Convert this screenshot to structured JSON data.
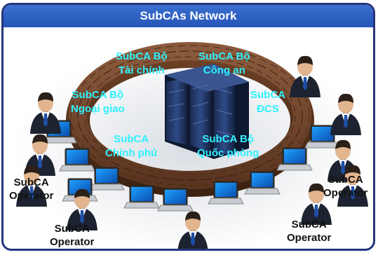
{
  "title": "SubCAs Network",
  "subcas": {
    "tai_chinh": [
      "SubCA Bộ",
      "Tài chính"
    ],
    "cong_an": [
      "SubCA Bộ",
      "Công an"
    ],
    "ngoai_giao": [
      "SubCA Bộ",
      "Ngoại giao"
    ],
    "dcs": [
      "SubCA",
      "ĐCS"
    ],
    "chinh_phu": [
      "SubCA",
      "Chính phủ"
    ],
    "quoc_phong": [
      "SubCA Bộ",
      "Quốc phòng"
    ]
  },
  "operators": {
    "left": [
      "SubCA",
      "Operator"
    ],
    "bottom_left": [
      "SubCA",
      "Operator"
    ],
    "right": [
      "SubCA",
      "Operator"
    ],
    "bottom_right": [
      "SubCA",
      "Operator"
    ]
  }
}
